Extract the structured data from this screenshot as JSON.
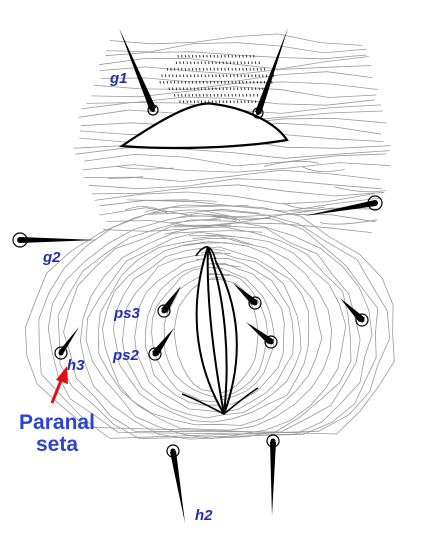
{
  "colors": {
    "label": "#1f2fb8",
    "callout": "#2a45d0",
    "arrow": "#e01010",
    "texture": "#9a9a9a",
    "ink": "#000000"
  },
  "labels": {
    "g1": "g1",
    "g2": "g2",
    "ps3": "ps3",
    "ps2": "ps2",
    "h3": "h3",
    "h2": "h2"
  },
  "callout": {
    "line1": "Paranal",
    "line2": "seta"
  }
}
